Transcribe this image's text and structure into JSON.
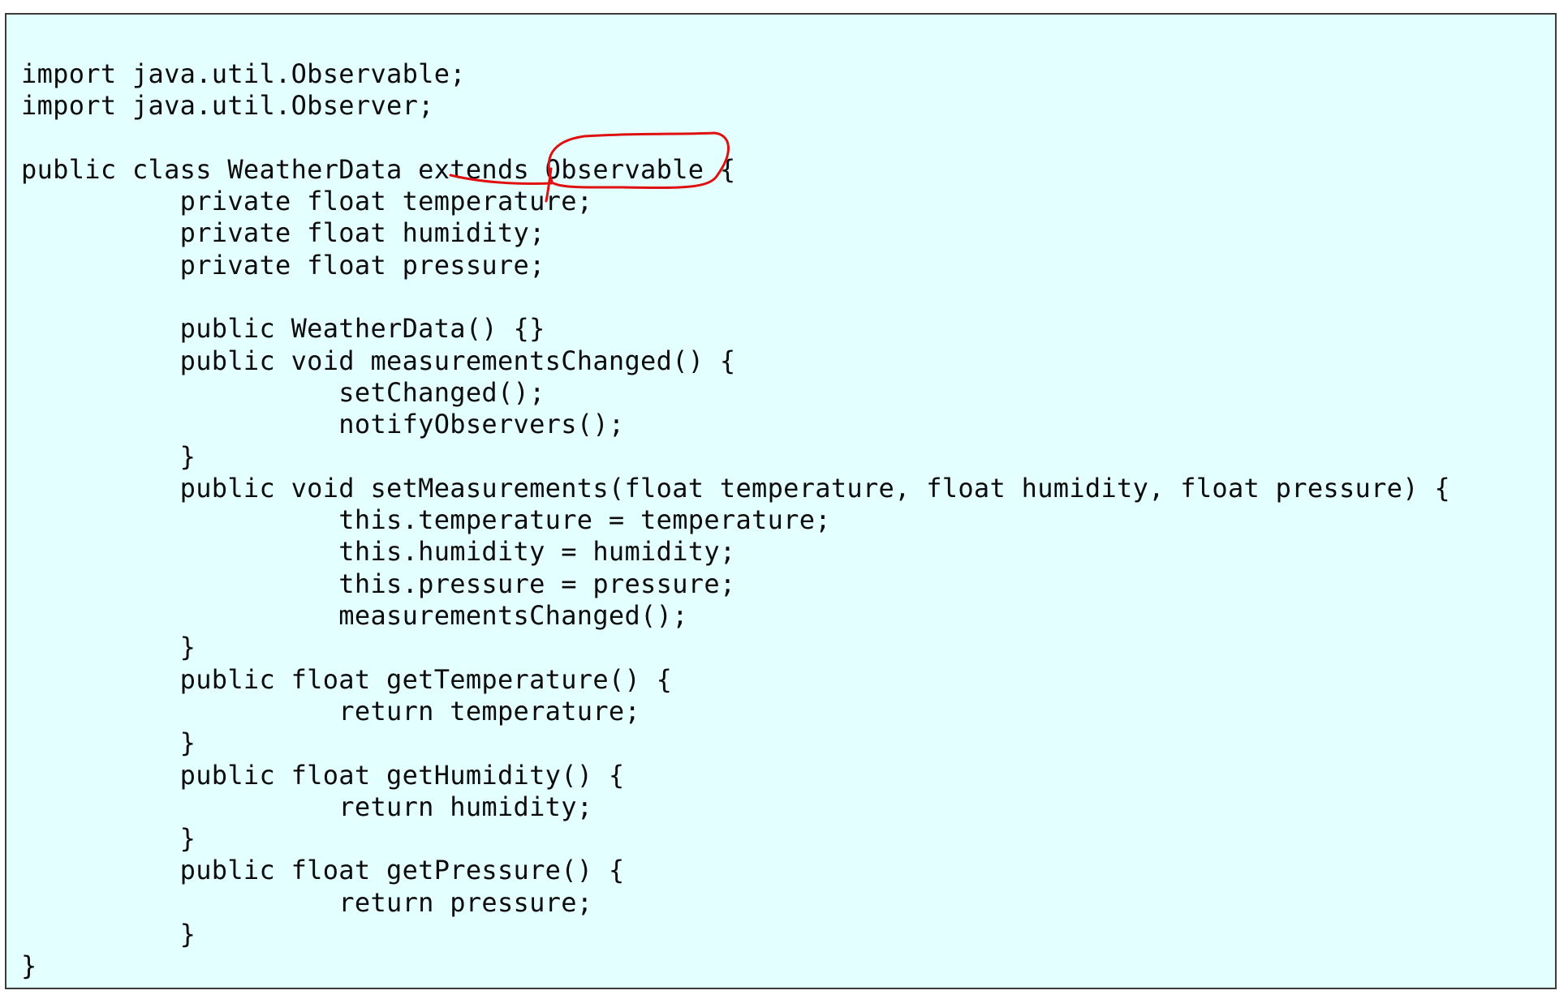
{
  "code": {
    "lines": [
      "import java.util.Observable;",
      "import java.util.Observer;",
      "",
      "public class WeatherData extends Observable {",
      "          private float temperature;",
      "          private float humidity;",
      "          private float pressure;",
      "",
      "          public WeatherData() {}",
      "          public void measurementsChanged() {",
      "                    setChanged();",
      "                    notifyObservers();",
      "          }",
      "          public void setMeasurements(float temperature, float humidity, float pressure) {",
      "                    this.temperature = temperature;",
      "                    this.humidity = humidity;",
      "                    this.pressure = pressure;",
      "                    measurementsChanged();",
      "          }",
      "          public float getTemperature() {",
      "                    return temperature;",
      "          }",
      "          public float getHumidity() {",
      "                    return humidity;",
      "          }",
      "          public float getPressure() {",
      "                    return pressure;",
      "          }",
      "}"
    ]
  },
  "colors": {
    "background": "#e4ffff",
    "text": "#0c0c0c",
    "border": "#3c3c3c",
    "annotation": "#e01010"
  }
}
